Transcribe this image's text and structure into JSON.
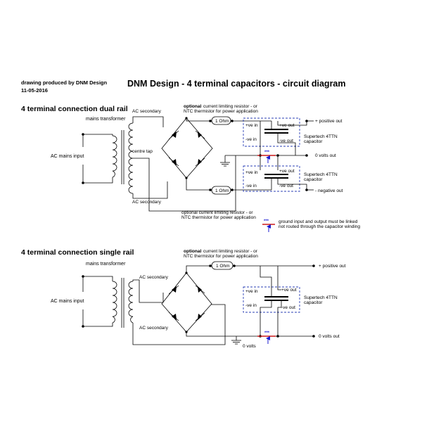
{
  "header": {
    "credit": "drawing produced by DNM Design",
    "date": "11-05-2016",
    "title": "DNM Design - 4 terminal capacitors - circuit diagram"
  },
  "dual_rail": {
    "heading": "4 terminal connection dual rail",
    "mains_transformer": "mains transformer",
    "ac_mains_input": "AC mains input",
    "ac_secondary_top": "AC secondary",
    "ac_secondary_bottom": "AC secondary",
    "centre_tap": "centre tap",
    "optional_top_bold": "optional",
    "optional_top_rest": "current limiting resistor - or",
    "optional_top_line2": "NTC thermistor for power application",
    "resistor_top": "1 Ohm",
    "resistor_bottom": "1 Ohm",
    "optional_bottom_line1": "optional current limiting resistor - or",
    "optional_bottom_line2": "NTC thermistor for power application",
    "positive_out": "+ positive out",
    "zero_volts_out": "0 volts out",
    "negative_out": "- negative out",
    "cap_top": {
      "ve_in_pos": "+ve in",
      "ve_out_pos": "+ve out",
      "ve_in_neg": "-ve in",
      "ve_out_neg": "-ve out",
      "name1": "Supertech 4TTN",
      "name2": "capacitor"
    },
    "cap_bottom": {
      "ve_in_pos": "+ve in",
      "ve_out_pos": "+ve out",
      "ve_in_neg": "-ve in",
      "ve_out_neg": "-ve out",
      "name1": "Supertech 4TTN",
      "name2": "capacitor"
    },
    "ground_mark": "***",
    "note_line1": "ground input and output must be linked",
    "note_line2": "not routed through the capacitor winding",
    "note_mark": "***"
  },
  "single_rail": {
    "heading": "4 terminal connection single rail",
    "mains_transformer": "mains transformer",
    "ac_mains_input": "AC mains input",
    "ac_secondary_top": "AC secondary",
    "ac_secondary_bottom": "AC secondary",
    "optional_bold": "optional",
    "optional_rest": "current limiting resistor - or",
    "optional_line2": "NTC thermistor for power application",
    "resistor": "1 Ohm",
    "positive_out": "+ positive out",
    "zero_volts_out": "0 volts out",
    "zero_volts": "0 volts",
    "cap": {
      "ve_in_pos": "+ve in",
      "ve_out_pos": "+ve out",
      "ve_in_neg": "-ve in",
      "ve_out_neg": "-ve out",
      "name1": "Supertech 4TTN",
      "name2": "capacitor"
    },
    "ground_mark": "***"
  },
  "colors": {
    "wire": "#000000",
    "box": "#2b3fb5",
    "mark": "#2b2bd6",
    "arrow": "#1a1ad0",
    "link": "#cc1a1a"
  }
}
